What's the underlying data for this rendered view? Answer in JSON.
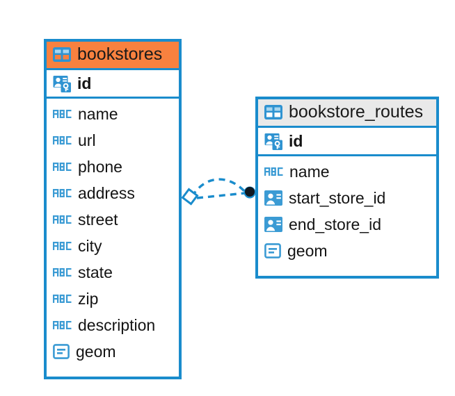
{
  "diagram": {
    "type": "entity-relationship-diagram",
    "background_color": "#ffffff",
    "accent_color": "#1a8ccc",
    "highlight_color": "#f8813f",
    "entities": [
      {
        "name": "bookstores",
        "header_icon": "table-icon",
        "header_style": "orange",
        "primary_key": {
          "label": "id",
          "icon": "primary-key-icon"
        },
        "fields": [
          {
            "label": "name",
            "icon": "abc-text-icon"
          },
          {
            "label": "url",
            "icon": "abc-text-icon"
          },
          {
            "label": "phone",
            "icon": "abc-text-icon"
          },
          {
            "label": "address",
            "icon": "abc-text-icon"
          },
          {
            "label": "street",
            "icon": "abc-text-icon"
          },
          {
            "label": "city",
            "icon": "abc-text-icon"
          },
          {
            "label": "state",
            "icon": "abc-text-icon"
          },
          {
            "label": "zip",
            "icon": "abc-text-icon"
          },
          {
            "label": "description",
            "icon": "abc-text-icon"
          },
          {
            "label": "geom",
            "icon": "geometry-icon"
          }
        ]
      },
      {
        "name": "bookstore_routes",
        "header_icon": "table-icon",
        "header_style": "gray",
        "primary_key": {
          "label": "id",
          "icon": "primary-key-icon"
        },
        "fields": [
          {
            "label": "name",
            "icon": "abc-text-icon"
          },
          {
            "label": "start_store_id",
            "icon": "foreign-key-icon"
          },
          {
            "label": "end_store_id",
            "icon": "foreign-key-icon"
          },
          {
            "label": "geom",
            "icon": "geometry-icon"
          }
        ]
      }
    ],
    "relationships": [
      {
        "from": "bookstores",
        "to": "bookstore_routes",
        "line_style": "dashed",
        "source_marker": "diamond-outline",
        "target_marker": "filled-circle",
        "color": "#1a8ccc"
      },
      {
        "from": "bookstores",
        "to": "bookstore_routes",
        "line_style": "dashed",
        "source_marker": "diamond-outline",
        "target_marker": "filled-circle",
        "color": "#1a8ccc"
      }
    ]
  }
}
